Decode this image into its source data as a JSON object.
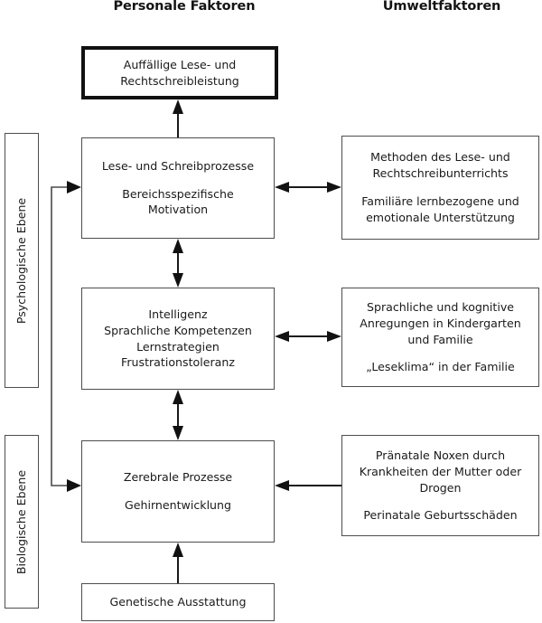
{
  "headers": {
    "left": "Personale Faktoren",
    "right": "Umweltfaktoren"
  },
  "levels": [
    {
      "id": "psychological",
      "label": "Psychologische Ebene"
    },
    {
      "id": "biological",
      "label": "Biologische Ebene"
    }
  ],
  "nodes": {
    "outcome": {
      "line1": "Auffällige Lese- und",
      "line2": "Rechtschreibleistung"
    },
    "reading_writing": {
      "line1": "Lese- und Schreibprozesse",
      "line2": "Bereichsspezifische",
      "line3": "Motivation"
    },
    "cognitive": {
      "line1": "Intelligenz",
      "line2": "Sprachliche Kompetenzen",
      "line3": "Lernstrategien",
      "line4": "Frustrationstoleranz"
    },
    "cerebral": {
      "line1": "Zerebrale Prozesse",
      "line2": "Gehirnentwicklung"
    },
    "genetics": {
      "line1": "Genetische Ausstattung"
    },
    "instruction": {
      "line1": "Methoden des Lese- und",
      "line2": "Rechtschreibunterrichts",
      "line3": "Familiäre lernbezogene und",
      "line4": "emotionale Unterstützung"
    },
    "stimulation": {
      "line1": "Sprachliche und kognitive",
      "line2": "Anregungen in Kindergarten",
      "line3": "und Familie",
      "line4": "„Leseklima“ in der Familie"
    },
    "prenatal": {
      "line1": "Pränatale Noxen durch",
      "line2": "Krankheiten der Mutter oder",
      "line3": "Drogen",
      "line4": "Perinatale Geburtsschäden"
    }
  },
  "colors": {
    "stroke": "#1a1a1a",
    "box_border": "#4d4d4d",
    "emphasis_border": "#111111",
    "background": "#ffffff"
  }
}
